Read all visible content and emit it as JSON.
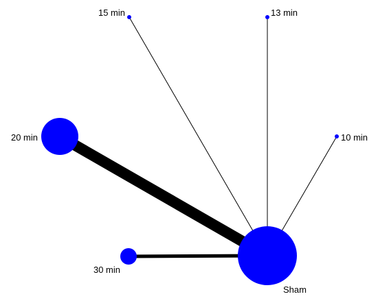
{
  "diagram": {
    "type": "network-plot",
    "node_color": "#0000ff",
    "edge_color": "#000000",
    "nodes": [
      {
        "id": "sham",
        "label": "Sham",
        "relative_size": "largest"
      },
      {
        "id": "20min",
        "label": "20 min",
        "relative_size": "large"
      },
      {
        "id": "30min",
        "label": "30 min",
        "relative_size": "small"
      },
      {
        "id": "15min",
        "label": "15 min",
        "relative_size": "tiny"
      },
      {
        "id": "13min",
        "label": "13 min",
        "relative_size": "tiny"
      },
      {
        "id": "10min",
        "label": "10 min",
        "relative_size": "tiny"
      }
    ],
    "edges": [
      {
        "from": "sham",
        "to": "20min",
        "relative_weight": "thickest"
      },
      {
        "from": "sham",
        "to": "30min",
        "relative_weight": "medium"
      },
      {
        "from": "sham",
        "to": "15min",
        "relative_weight": "thin"
      },
      {
        "from": "sham",
        "to": "13min",
        "relative_weight": "thin"
      },
      {
        "from": "sham",
        "to": "10min",
        "relative_weight": "thin"
      }
    ]
  }
}
